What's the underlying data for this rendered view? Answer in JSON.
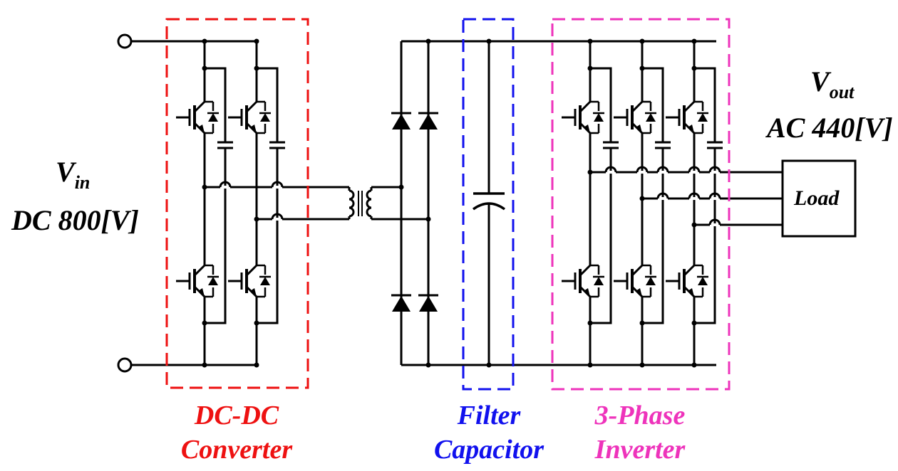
{
  "input": {
    "v_symbol": "V",
    "v_sub": "in",
    "value": "DC 800[V]"
  },
  "output": {
    "v_symbol": "V",
    "v_sub": "out",
    "value": "AC 440[V]"
  },
  "load_label": "Load",
  "blocks": {
    "dcdc": {
      "line1": "DC-DC",
      "line2": "Converter",
      "color": "#ee1111"
    },
    "filter": {
      "line1": "Filter",
      "line2": "Capacitor",
      "color": "#1111ee"
    },
    "inverter": {
      "line1": "3-Phase",
      "line2": "Inverter",
      "color": "#ee33bb"
    }
  }
}
